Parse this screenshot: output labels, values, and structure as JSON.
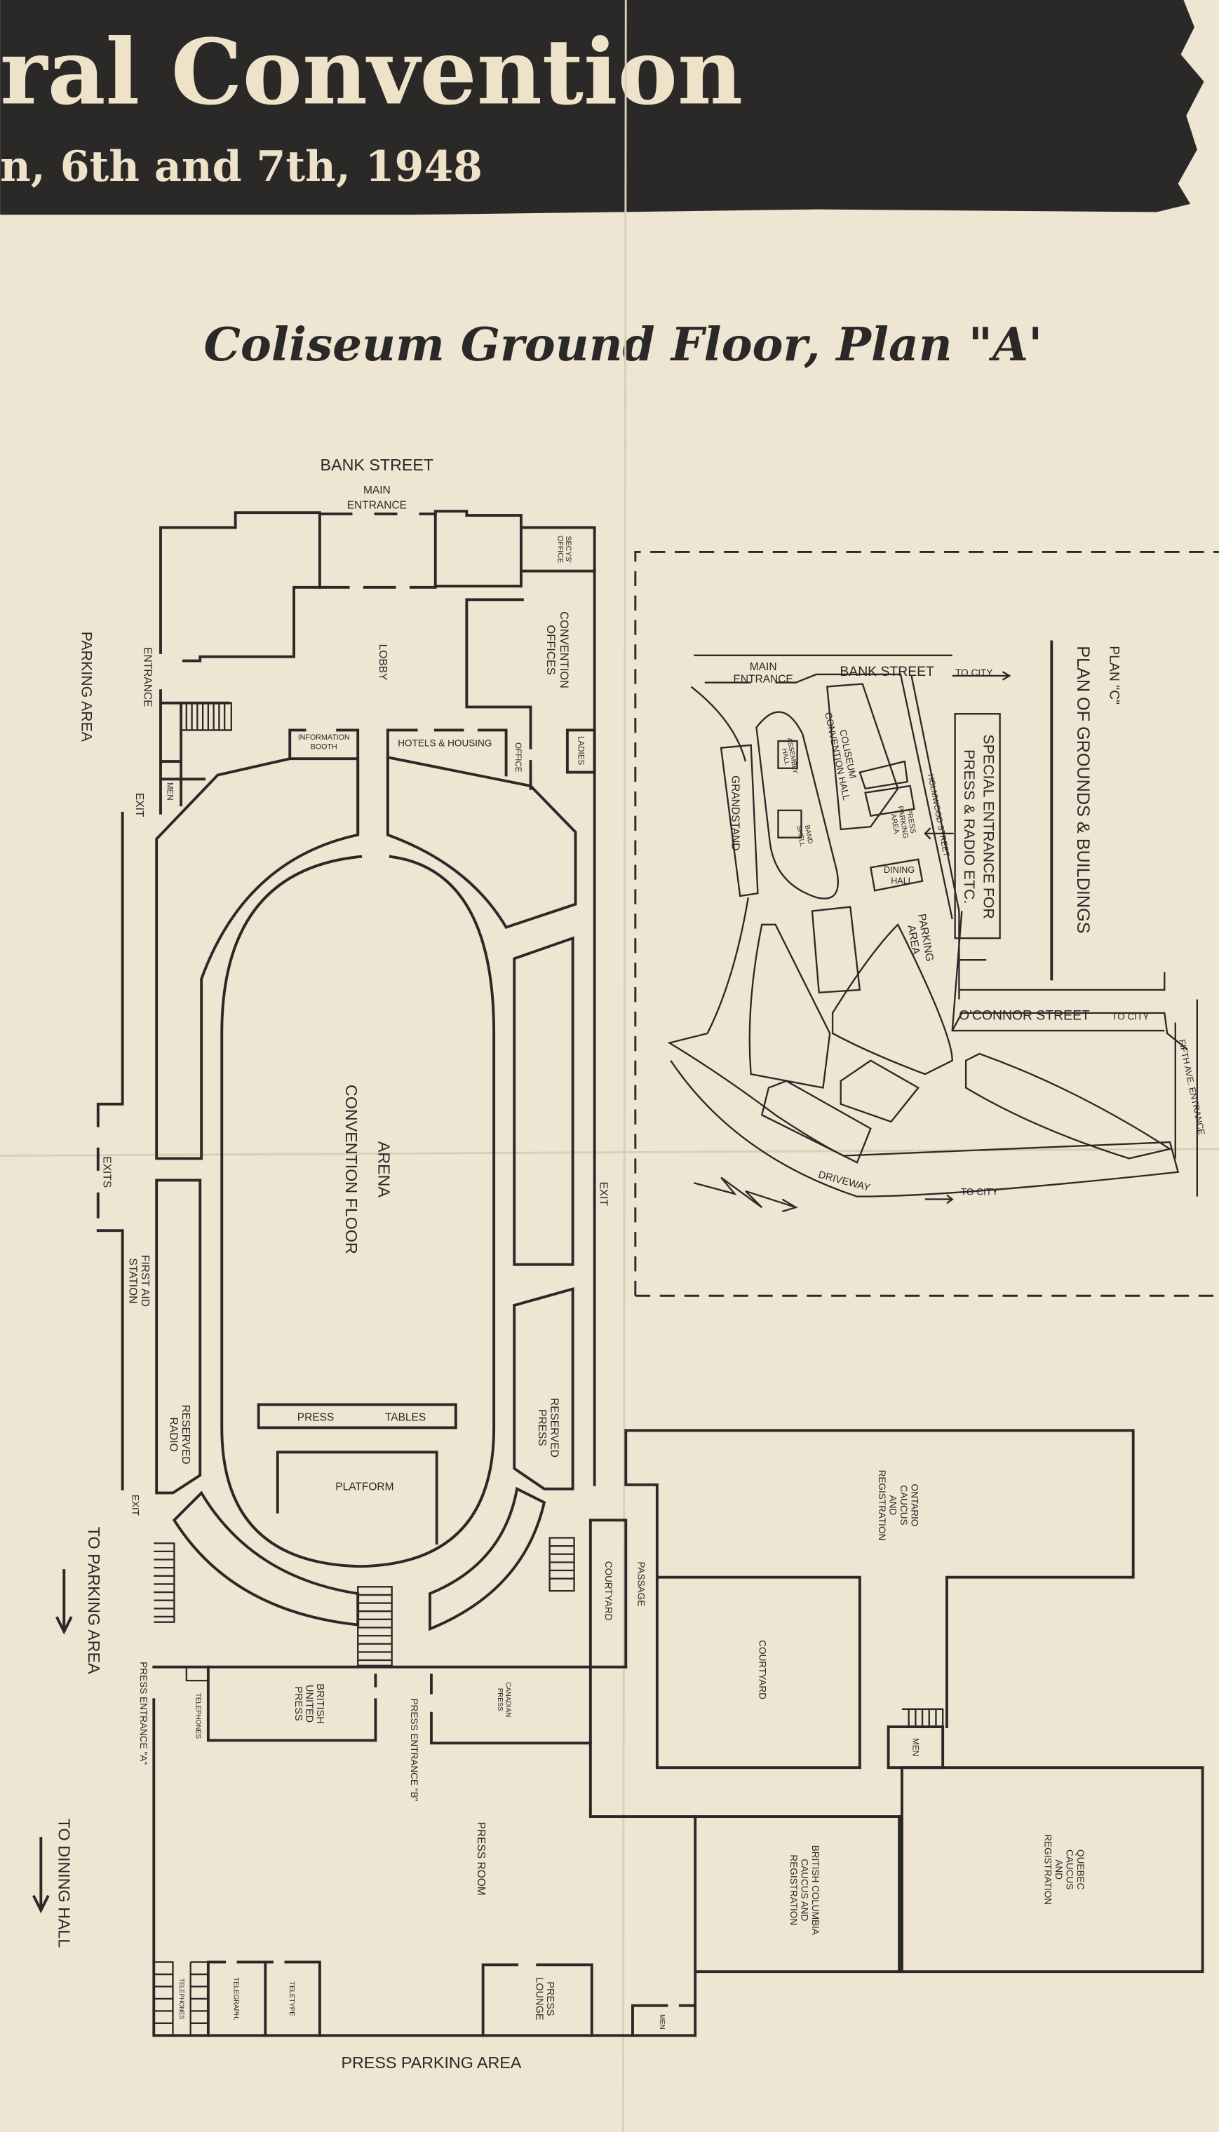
{
  "colors": {
    "paper": "#eee5d2",
    "ink": "#2a2927",
    "banner": "#2b2927",
    "banner_text": "#eee3c9"
  },
  "header": {
    "title_fragment": "ral Convention",
    "dates_fragment": "n, 6th and 7th, 1948"
  },
  "plan_a": {
    "title": "Coliseum Ground Floor, Plan \"A'",
    "bank_street": "BANK STREET",
    "main_entrance": [
      "MAIN",
      "ENTRANCE"
    ],
    "secys_office": [
      "SECYS'",
      "OFFICE"
    ],
    "lobby": "LOBBY",
    "convention_offices": [
      "CONVENTION",
      "OFFICES"
    ],
    "entrance": "ENTRANCE",
    "parking_area": "PARKING AREA",
    "exit_top": "EXIT",
    "men_top": "MEN",
    "information_booth": [
      "INFORMATION",
      "BOOTH"
    ],
    "hotels_housing": "HOTELS & HOUSING",
    "office": "OFFICE",
    "ladies": "LADIES",
    "arena": [
      "ARENA",
      "CONVENTION FLOOR"
    ],
    "exits": "EXITS",
    "exit_right": "EXIT",
    "first_aid": [
      "FIRST AID",
      "STATION"
    ],
    "reserved_radio": [
      "RESERVED",
      "RADIO"
    ],
    "reserved_press": [
      "RESERVED",
      "PRESS"
    ],
    "press_tables": [
      "PRESS",
      "TABLES"
    ],
    "platform": "PLATFORM",
    "exit_bottom": "EXIT",
    "to_parking_area": "TO PARKING AREA",
    "to_dining_hall": "TO DINING HALL",
    "press_entrance_a": "PRESS ENTRANCE \"A\"",
    "telephones_top": "TELEPHONES",
    "british_united_press": [
      "BRITISH",
      "UNITED",
      "PRESS"
    ],
    "press_entrance_b": "PRESS ENTRANCE \"B\"",
    "canadian_press": [
      "CANADIAN",
      "PRESS"
    ],
    "press_room": "PRESS ROOM",
    "courtyard_strip": "COURTYARD",
    "passage": "PASSAGE",
    "ontario": [
      "ONTARIO",
      "CAUCUS",
      "AND",
      "REGISTRATION"
    ],
    "courtyard": "COURTYARD",
    "men_mid": "MEN",
    "quebec": [
      "QUEBEC",
      "CAUCUS",
      "AND",
      "REGISTRATION"
    ],
    "british_columbia": [
      "BRITISH COLUMBIA",
      "CAUCUS AND",
      "REGISTRATION"
    ],
    "press_lounge": [
      "PRESS",
      "LOUNGE"
    ],
    "men_bottom": "MEN",
    "telephones_bottom": "TELEPHONES",
    "telegraph": "TELEGRAPH.",
    "teletype": "TELETYPE",
    "press_parking_area": "PRESS PARKING AREA"
  },
  "plan_c": {
    "plan_label": "PLAN \"C\"",
    "title": "PLAN OF GROUNDS & BUILDINGS",
    "special_entrance": [
      "SPECIAL ENTRANCE FOR",
      "PRESS & RADIO ETC."
    ],
    "main_entrance": [
      "MAIN",
      "ENTRANCE"
    ],
    "bank_street": "BANK STREET",
    "to_city_bank": "TO CITY",
    "coliseum": [
      "COLISEUM",
      "CONVENTION HALL"
    ],
    "assembly_hall": [
      "ASSEMBLY",
      "HALL"
    ],
    "grandstand": "GRANDSTAND",
    "band_shell": [
      "BAND",
      "SHELL"
    ],
    "press_parking": [
      "PRESS",
      "PARKING",
      "AREA"
    ],
    "holmwood_street": "HOLMWOOD    STREET",
    "dining_hall": [
      "DINING",
      "HALL"
    ],
    "parking_area": [
      "PARKING",
      "AREA"
    ],
    "oconnor_street": "O'CONNOR STREET",
    "to_city_oconnor": "TO CITY",
    "fifth_ave": "FIFTH AVE. ENTRANCE",
    "driveway": "DRIVEWAY",
    "to_city_driveway": "TO CITY"
  }
}
